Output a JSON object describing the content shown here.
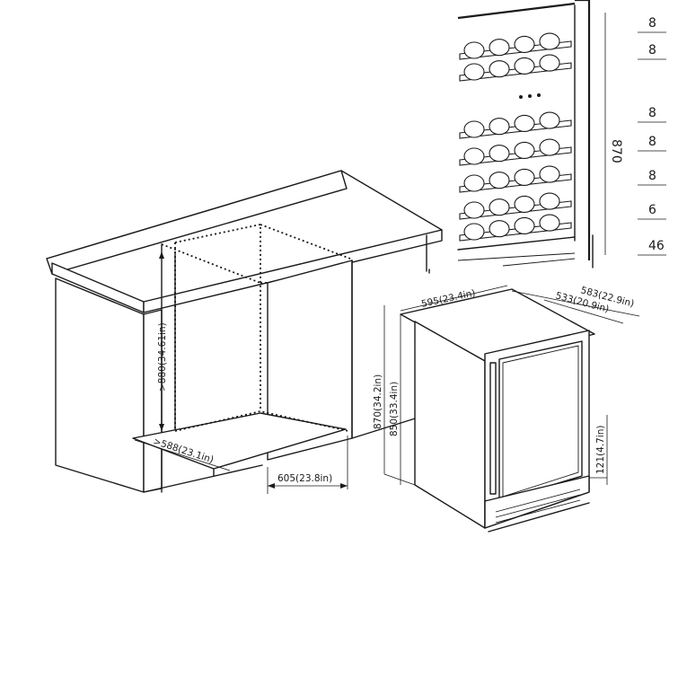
{
  "cabinet_dims": {
    "height": ">880(34.61in)",
    "depth": ">588(23.1in)",
    "width": "605(23.8in)"
  },
  "fridge_dims": {
    "width": "595(23.4in)",
    "depth_handle": "583(22.9in)",
    "depth_body": "533(20.9in)",
    "height_max": "870(34.2in)",
    "height_min": "850(33.4in)",
    "toe_kick": "121(4.7in)"
  },
  "detail": {
    "total_height": "870",
    "shelf_counts": [
      "8",
      "8",
      "8",
      "8",
      "8",
      "6",
      "46"
    ]
  }
}
